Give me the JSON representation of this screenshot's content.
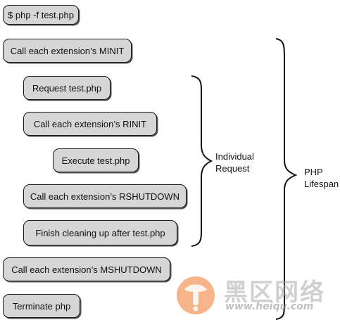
{
  "steps": {
    "cmd": "$ php -f test.php",
    "minit": "Call each extension’s MINIT",
    "request": "Request test.php",
    "rinit": "Call each extension’s RINIT",
    "execute": "Execute test.php",
    "rshutdown": "Call each extension’s RSHUTDOWN",
    "finish": "Finish cleaning up after test.php",
    "mshutdown": "Call each extension’s MSHUTDOWN",
    "terminate": "Terminate php"
  },
  "braces": {
    "request_line1": "Individual",
    "request_line2": "Request",
    "lifespan_line1": "PHP",
    "lifespan_line2": "Lifespan"
  },
  "watermark": {
    "title": "黑区网络",
    "url": "www.heiqu.com",
    "colors": {
      "orange": "#f0762a",
      "gray": "#aaaaaa"
    }
  }
}
